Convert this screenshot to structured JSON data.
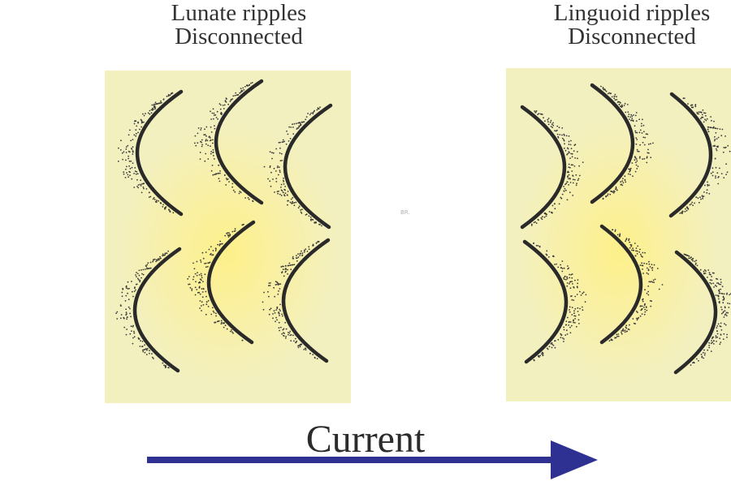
{
  "diagram": {
    "left": {
      "line1": "Lunate ripples",
      "line2": "Disconnected"
    },
    "right": {
      "line1": "Linguoid ripples",
      "line2": "Disconnected"
    },
    "current_label": "Current",
    "colors": {
      "panel": "#f5efb0",
      "ripple_stroke": "#2a2a2a",
      "stipple": "#3a3a3a",
      "arrow": "#2e3192",
      "text": "#333333"
    }
  }
}
